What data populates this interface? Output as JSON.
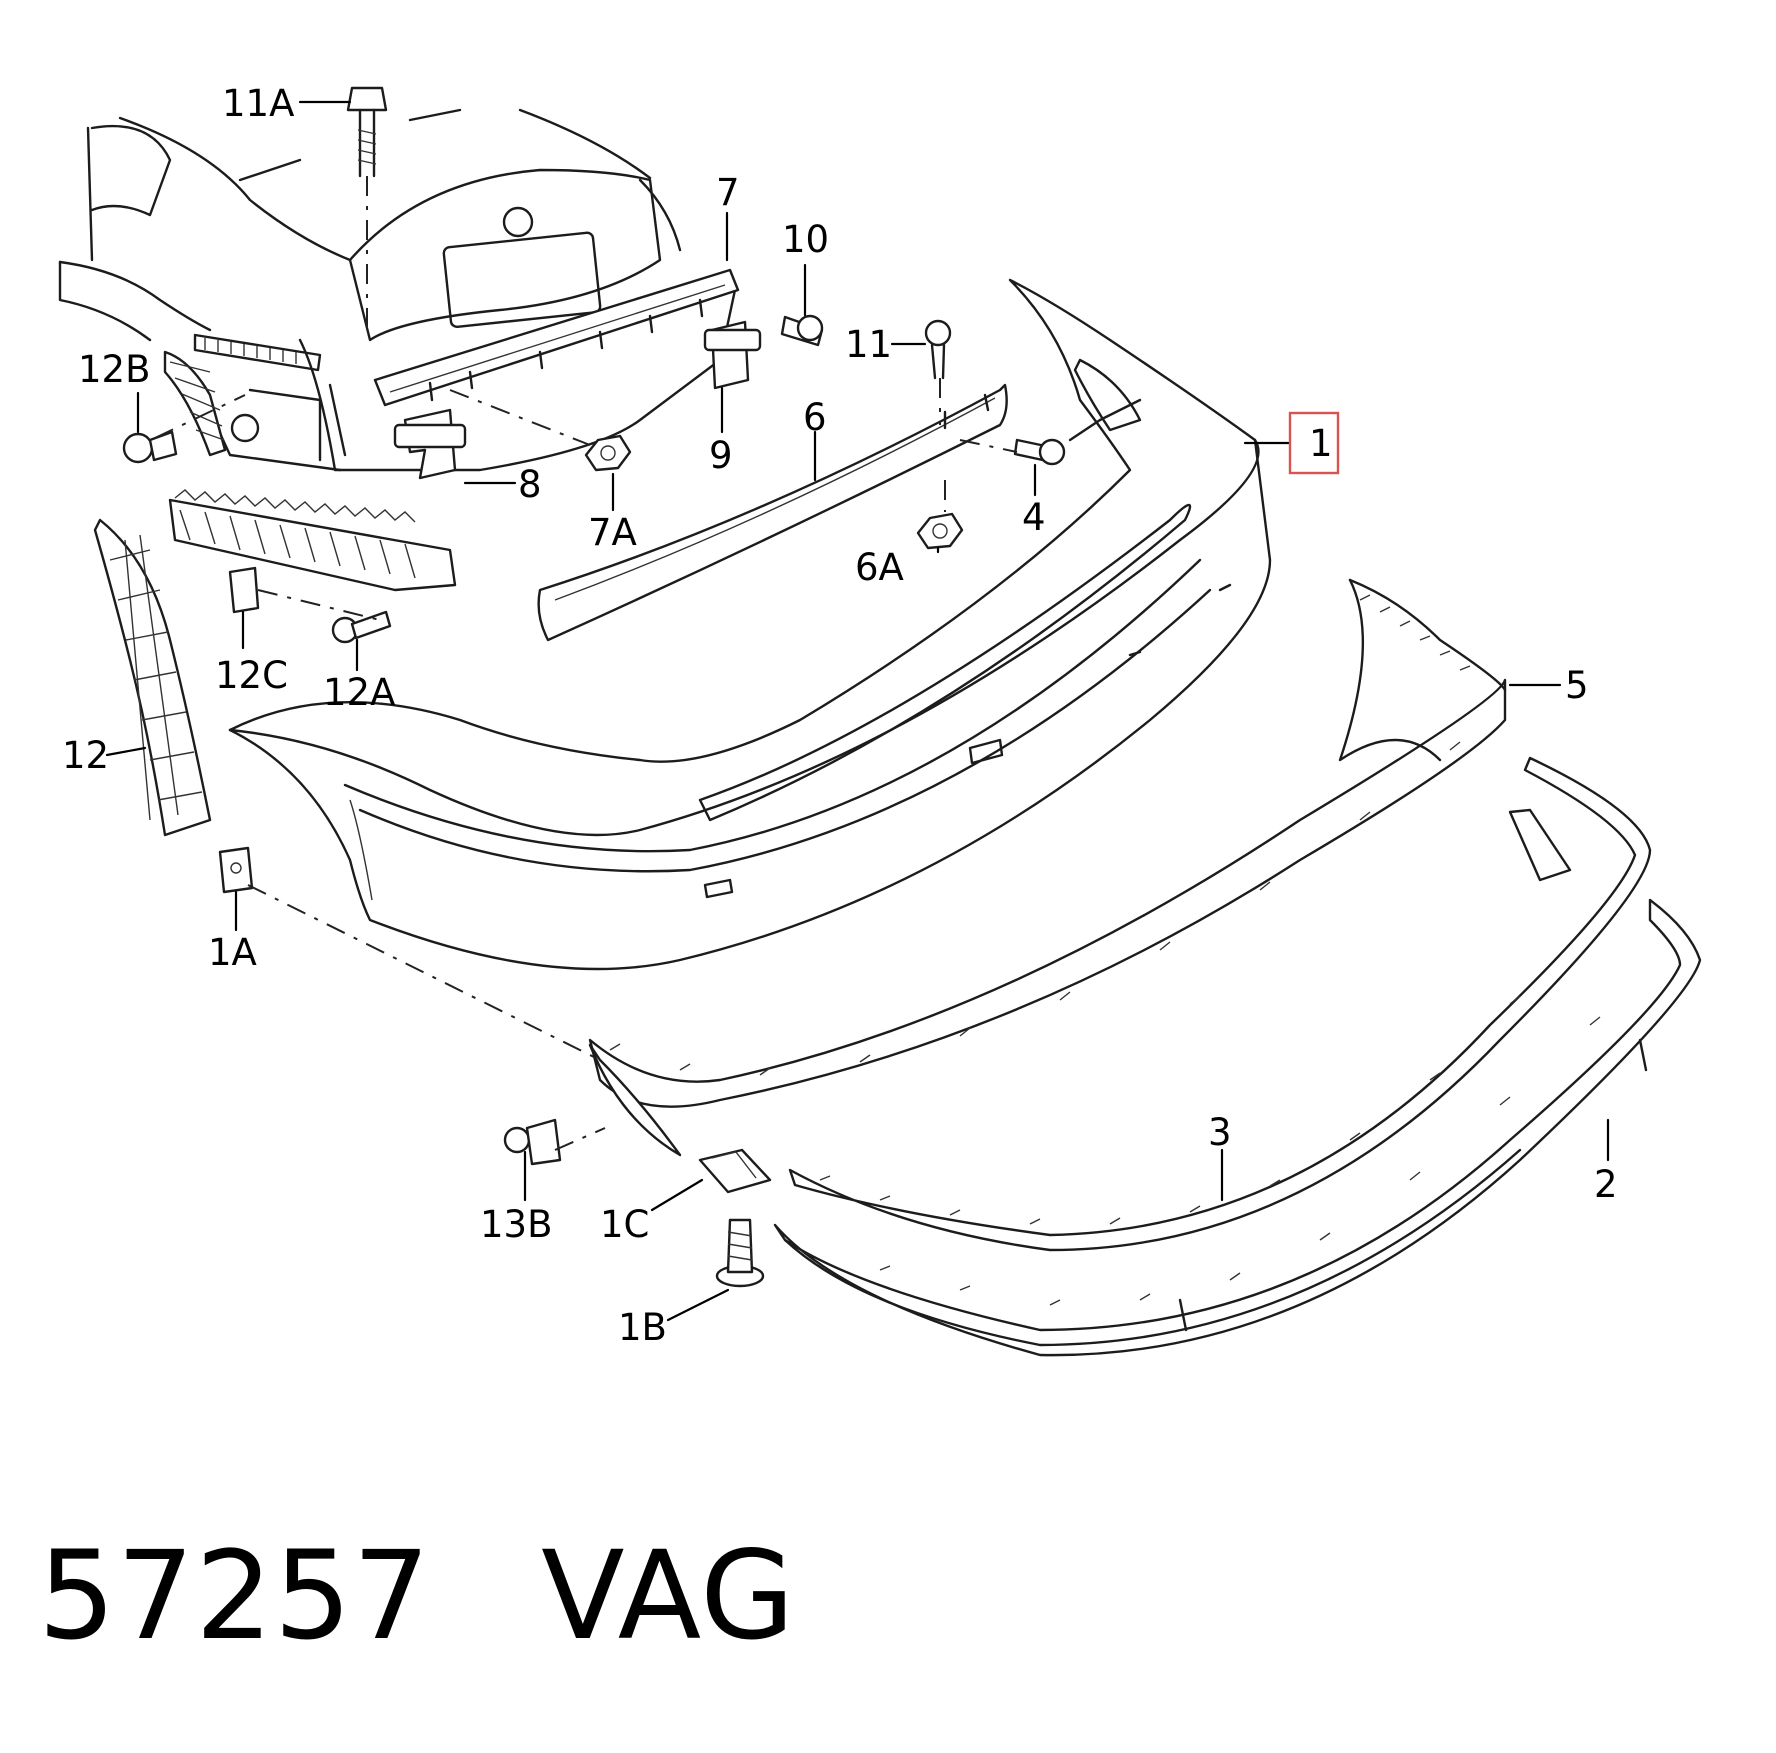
{
  "callouts": [
    {
      "id": "11A",
      "label": "11A"
    },
    {
      "id": "12B",
      "label": "12B"
    },
    {
      "id": "7",
      "label": "7"
    },
    {
      "id": "10",
      "label": "10"
    },
    {
      "id": "11",
      "label": "11"
    },
    {
      "id": "1",
      "label": "1",
      "highlighted": true
    },
    {
      "id": "6",
      "label": "6"
    },
    {
      "id": "9",
      "label": "9"
    },
    {
      "id": "8",
      "label": "8"
    },
    {
      "id": "7A",
      "label": "7A"
    },
    {
      "id": "4",
      "label": "4"
    },
    {
      "id": "6A",
      "label": "6A"
    },
    {
      "id": "12C",
      "label": "12C"
    },
    {
      "id": "12A",
      "label": "12A"
    },
    {
      "id": "12",
      "label": "12"
    },
    {
      "id": "5",
      "label": "5"
    },
    {
      "id": "1A",
      "label": "1A"
    },
    {
      "id": "3",
      "label": "3"
    },
    {
      "id": "2",
      "label": "2"
    },
    {
      "id": "13B",
      "label": "13B"
    },
    {
      "id": "1C",
      "label": "1C"
    },
    {
      "id": "1B",
      "label": "1B"
    }
  ],
  "footer": {
    "part_number": "57257",
    "brand": "VAG"
  },
  "colors": {
    "line": "#1c1c1c",
    "highlight": "#d9534f",
    "background": "#ffffff"
  }
}
